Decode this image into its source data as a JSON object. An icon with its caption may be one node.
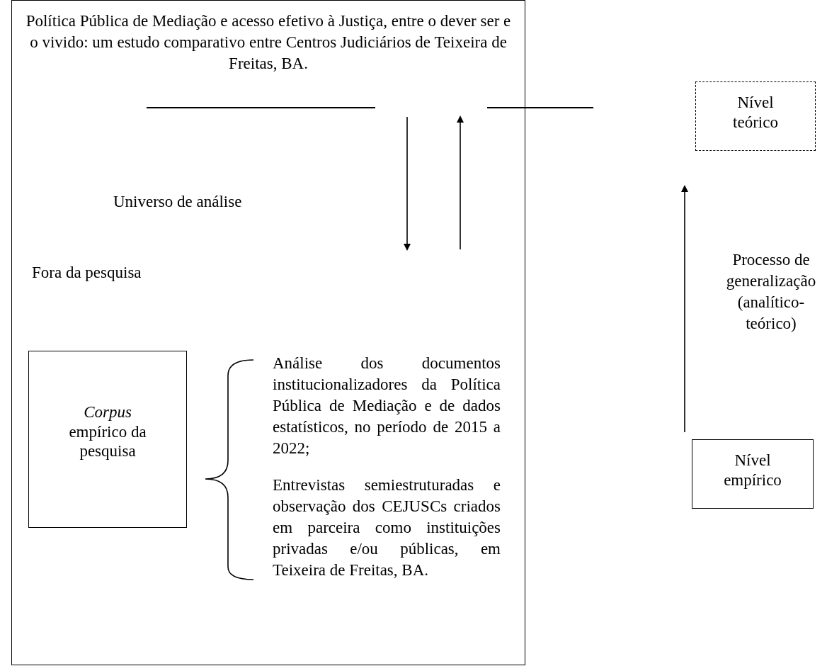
{
  "diagram": {
    "nodes": [
      {
        "text": [
          "Política Pública de Mediação e acesso efetivo à Justiça, entre o dever ser e o vivido: um estudo comparativo entre Centros Judiciários de Teixeira de Freitas, BA."
        ]
      },
      {
        "text": [
          "*Corpus* empírico da pesquisa"
        ],
        "in": 0
      },
      {
        "text": [
          "Nível teórico"
        ]
      },
      {
        "text": [
          "Nível empírico"
        ]
      }
    ],
    "edges": [
      {
        "from": 3,
        "to": 2,
        "arrow": "to",
        "label": "Processo de generalização (analítico-teórico)"
      }
    ],
    "labels": [
      "Universo de análise",
      "Fora da pesquisa",
      "Análise dos documentos institucionalizadores da Política Pública de Mediação e de dados estatísticos, no período de 2015 a 2022;",
      "Entrevistas semiestruturadas e observação dos CEJUSCs criados em parceira como instituições privadas e/ou públicas, em Teixeira de Freitas, BA."
    ]
  }
}
